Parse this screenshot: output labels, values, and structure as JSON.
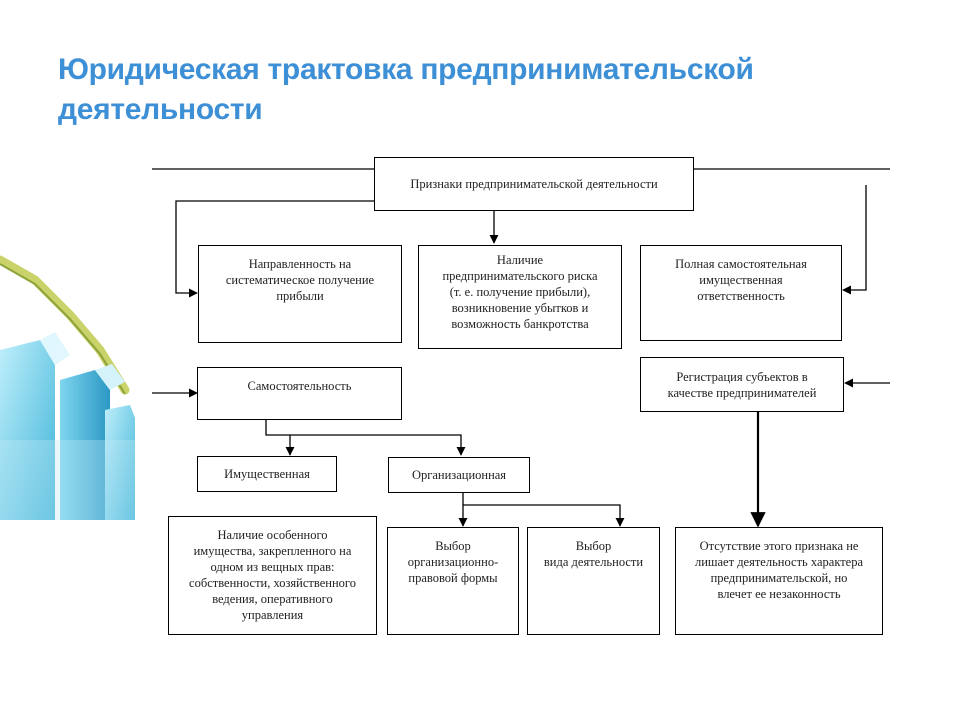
{
  "title": "Юридическая трактовка предпринимательской деятельности",
  "diagram": {
    "root": "Признаки предпринимательской деятельности",
    "profit": "Направленность на\nсистематическое получение\nприбыли",
    "risk": "Наличие\nпредпринимательского риска\n(т. е. получение прибыли),\nвозникновение убытков и\nвозможность банкротства",
    "liability": "Полная самостоятельная\nимущественная\nответственность",
    "independence": "Самостоятельность",
    "registration": "Регистрация субъектов в\nкачестве предпринимателей",
    "property": "Имущественная",
    "organizational": "Организационная",
    "special_property": "Наличие особенного\nимущества, закрепленного на\nодном из вещных прав:\nсобственности, хозяйственного\nведения, оперативного\nуправления",
    "legal_form": "Выбор\nорганизационно-\nправовой формы",
    "activity_type": "Выбор\nвида деятельности",
    "absence_note": "Отсутствие этого признака не\nлишает деятельность характера\nпредпринимательской, но\nвлечет ее незаконность"
  }
}
